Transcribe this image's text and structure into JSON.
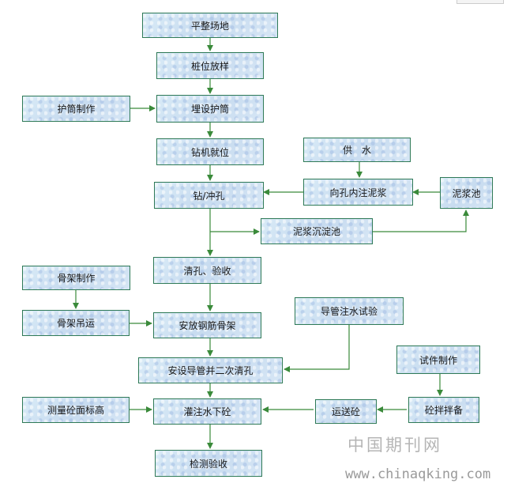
{
  "steps": {
    "level_site": "平整场地",
    "stake_out": "桩位放样",
    "make_casing": "护筒制作",
    "bury_casing": "埋设护筒",
    "rig_position": "钻机就位",
    "drill": "钻/冲孔",
    "water_supply": "供　水",
    "inject_mud": "向孔内注泥浆",
    "mud_pit": "泥浆池",
    "settling_pit": "泥浆沉淀池",
    "clean_check": "清孔、验收",
    "make_cage": "骨架制作",
    "hoist_cage": "骨架吊运",
    "install_cage": "安放钢筋骨架",
    "pipe_test": "导管注水试验",
    "pipe_second_clean": "安设导管并二次清孔",
    "make_specimen": "试件制作",
    "measure_level": "测量砼面标高",
    "pour": "灌注水下砼",
    "transport": "运送砼",
    "mix": "砼拌拌备",
    "final_check": "检测验收"
  },
  "watermark": {
    "site_cn": "中国期刊网",
    "site_url": "www.chinaqking.com"
  },
  "colors": {
    "box_border": "#2f7a57",
    "box_fill": "#cde0f2",
    "arrow": "#3a8a3a"
  }
}
